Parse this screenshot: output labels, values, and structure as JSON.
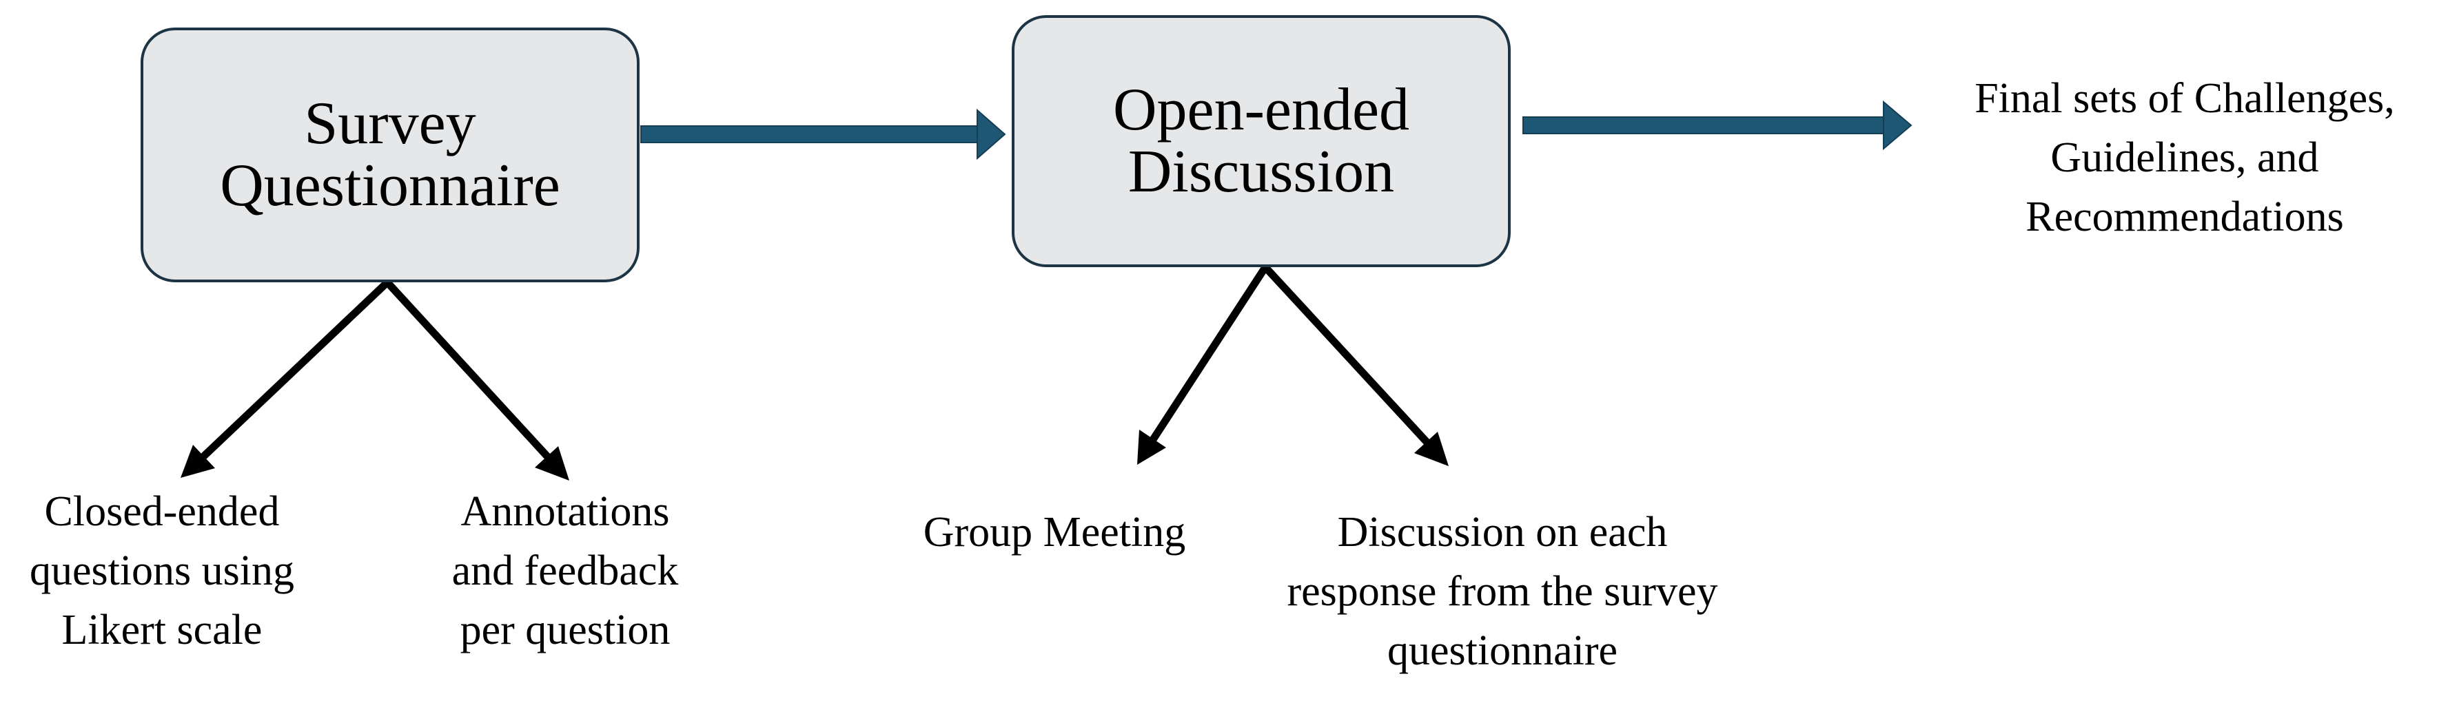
{
  "diagram": {
    "boxes": {
      "survey": {
        "lines": [
          "Survey",
          "Questionnaire"
        ]
      },
      "discussion": {
        "lines": [
          "Open-ended",
          "Discussion"
        ]
      }
    },
    "outcome": {
      "lines": [
        "Final sets of Challenges,",
        "Guidelines, and",
        "Recommendations"
      ]
    },
    "survey_children": [
      {
        "lines": [
          "Closed-ended",
          "questions using",
          "Likert scale"
        ]
      },
      {
        "lines": [
          "Annotations",
          "and feedback",
          "per question"
        ]
      }
    ],
    "discussion_children": [
      {
        "lines": [
          "Group Meeting"
        ]
      },
      {
        "lines": [
          "Discussion on each",
          "response from the survey",
          "questionnaire"
        ]
      }
    ]
  },
  "colors": {
    "box_fill": "#e6e7e9",
    "box_border": "#1d3444",
    "flow_arrow": "#1e5774",
    "branch_arrow": "#000000"
  }
}
